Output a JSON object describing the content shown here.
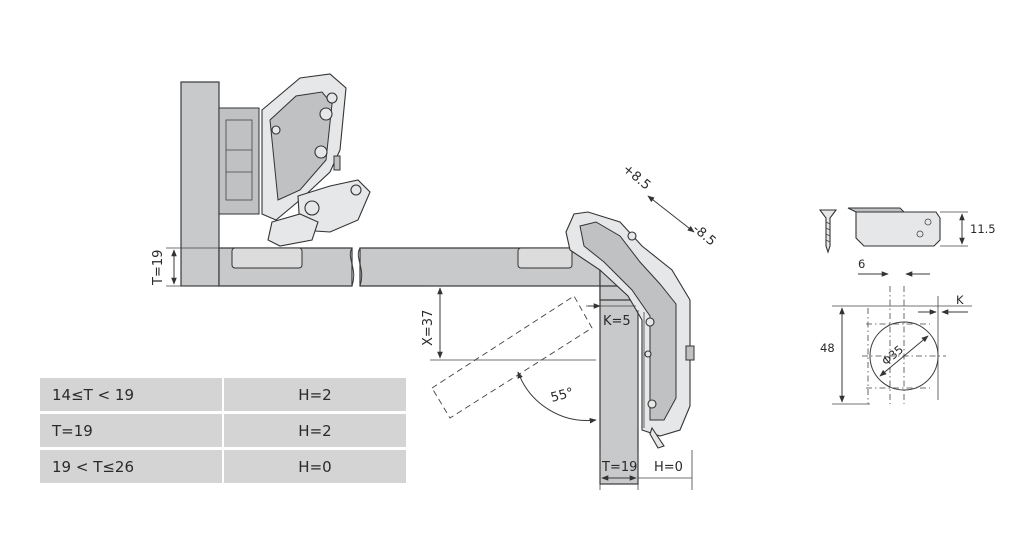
{
  "labels": {
    "t_left": "T=19",
    "adjust_plus": "+8.5",
    "adjust_minus": "-8.5",
    "x_dim": "X=37",
    "k_dim": "K=5",
    "angle": "55°",
    "t_bottom": "T=19",
    "h_bottom": "H=0",
    "screw_height": "11.5",
    "dim_6": "6",
    "dim_k": "K",
    "dim_48": "48",
    "dim_diameter": "Φ35"
  },
  "table": {
    "rows": [
      {
        "condition": "14≤T < 19",
        "value": "H=2"
      },
      {
        "condition": "T=19",
        "value": "H=2"
      },
      {
        "condition": "19 < T≤26",
        "value": "H=0"
      }
    ]
  },
  "colors": {
    "panel": "#c8c9cb",
    "table_fill": "#d4d4d5",
    "line": "#3a3a3a"
  },
  "icons": [
    "hinge-closed-icon",
    "hinge-open-icon",
    "mounting-plate-icon",
    "screw-icon"
  ]
}
